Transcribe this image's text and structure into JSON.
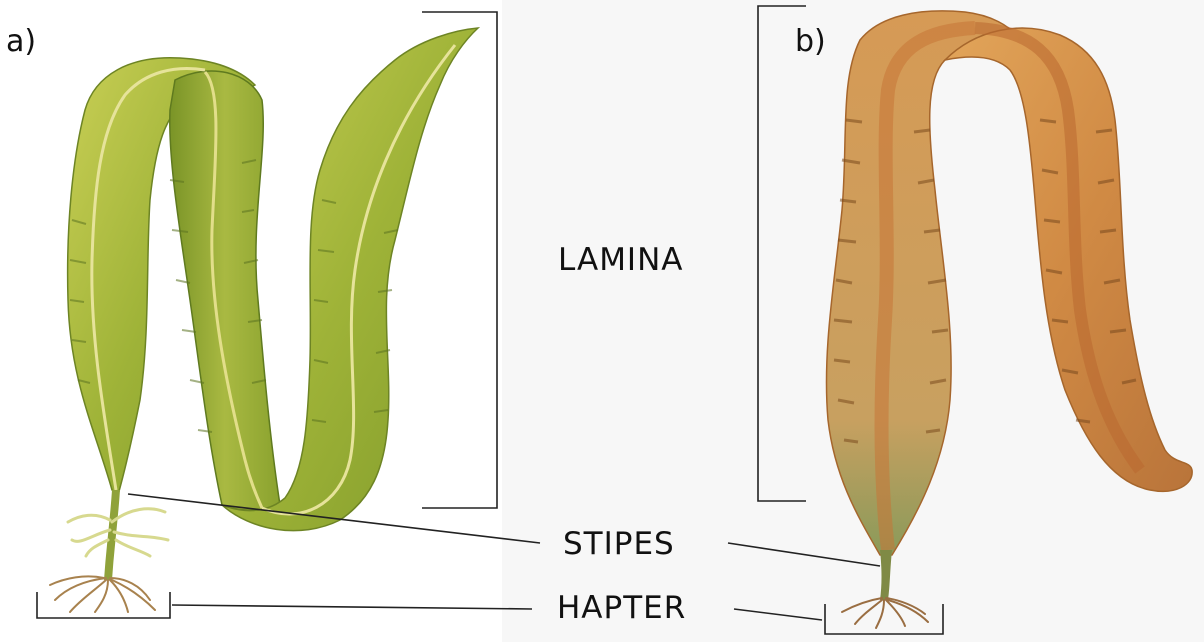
{
  "panels": {
    "a_label": "a)",
    "b_label": "b)"
  },
  "parts": {
    "lamina": "LAMINA",
    "stipes": "STIPES",
    "hapter": "HAPTER"
  },
  "colors": {
    "green_blade": "#9fb338",
    "green_blade_dark": "#6f8a24",
    "green_midrib": "#e4e08a",
    "brown_blade": "#d9954a",
    "brown_blade_dark": "#a8652a",
    "brown_midrib": "#c8743a",
    "holdfast": "#b08a55",
    "line": "#222222"
  }
}
